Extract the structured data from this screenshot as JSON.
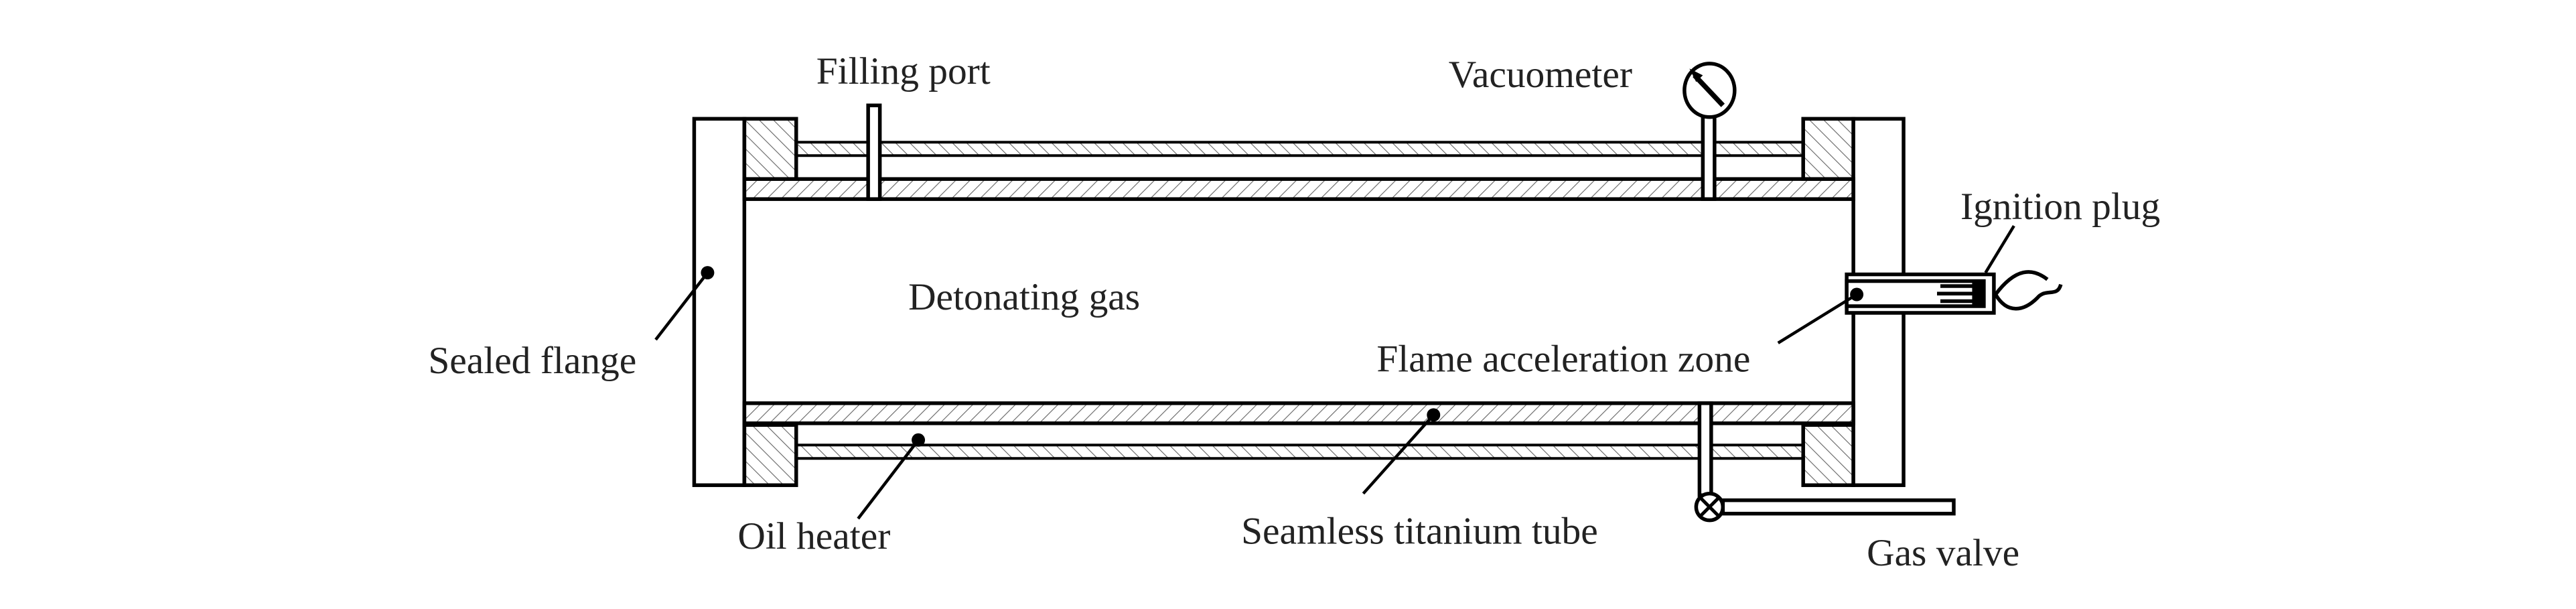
{
  "figure": {
    "type": "schematic",
    "subject": "Detonation tube experimental setup",
    "colors": {
      "line": "#000000",
      "text": "#222222",
      "background": "#ffffff"
    }
  },
  "labels": {
    "filling_port": "Filling port",
    "vacuometer": "Vacuometer",
    "ignition_plug": "Ignition plug",
    "detonating_gas": "Detonating gas",
    "sealed_flange": "Sealed flange",
    "flame_acceleration_zone": "Flame acceleration zone",
    "oil_heater": "Oil heater",
    "seamless_titanium_tube": "Seamless titanium tube",
    "gas_valve": "Gas valve"
  }
}
